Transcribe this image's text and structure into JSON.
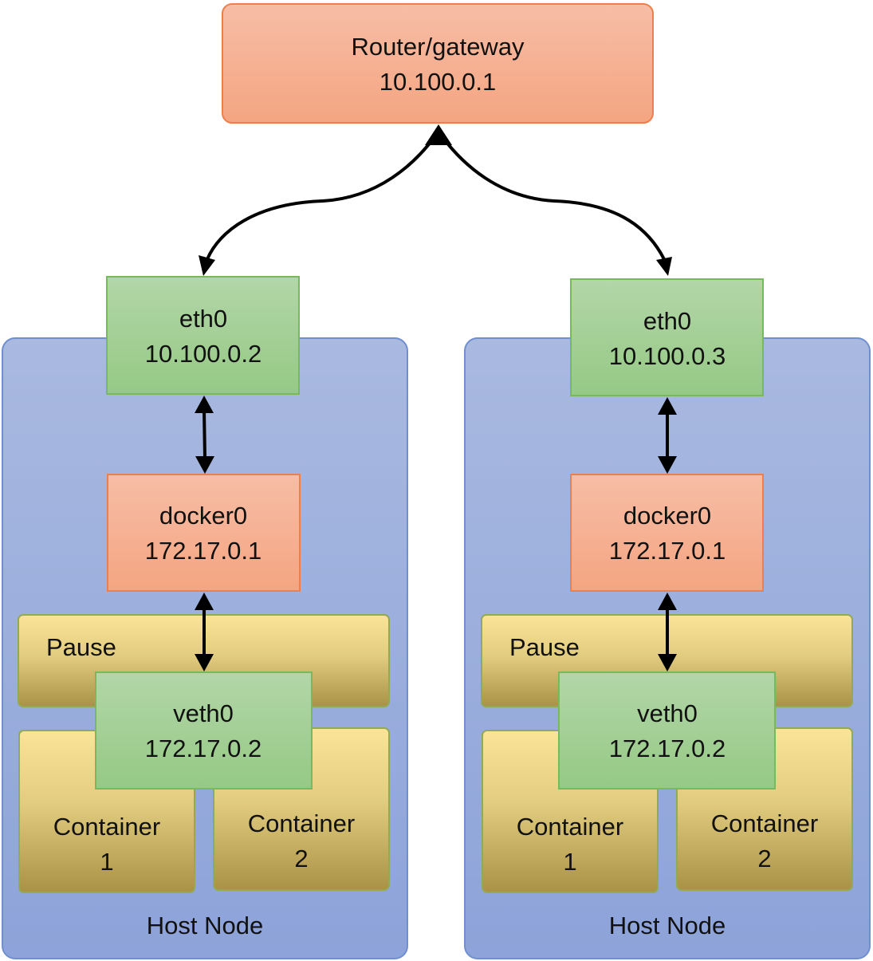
{
  "router": {
    "name": "Router/gateway",
    "ip": "10.100.0.1"
  },
  "hosts": [
    {
      "label": "Host Node",
      "eth0": {
        "name": "eth0",
        "ip": "10.100.0.2"
      },
      "docker0": {
        "name": "docker0",
        "ip": "172.17.0.1"
      },
      "pause": {
        "name": "Pause"
      },
      "veth0": {
        "name": "veth0",
        "ip": "172.17.0.2"
      },
      "container1": {
        "line1": "Container",
        "line2": "1"
      },
      "container2": {
        "line1": "Container",
        "line2": "2"
      }
    },
    {
      "label": "Host Node",
      "eth0": {
        "name": "eth0",
        "ip": "10.100.0.3"
      },
      "docker0": {
        "name": "docker0",
        "ip": "172.17.0.1"
      },
      "pause": {
        "name": "Pause"
      },
      "veth0": {
        "name": "veth0",
        "ip": "172.17.0.2"
      },
      "container1": {
        "line1": "Container",
        "line2": "1"
      },
      "container2": {
        "line1": "Container",
        "line2": "2"
      }
    }
  ],
  "colors": {
    "host_fill_top": "#a9b9e0",
    "host_fill_bottom": "#8da3d9",
    "host_stroke": "#6f8fd0",
    "green_top": "#b3d6a8",
    "green_bottom": "#95c985",
    "green_stroke": "#78b85f",
    "salmon_top": "#f7bda6",
    "salmon_bottom": "#f4a581",
    "salmon_stroke": "#ee7f4c",
    "gold_top": "#fbe497",
    "gold_bottom": "#a99245",
    "gold_stroke": "#93a955",
    "arrow": "#000000"
  }
}
